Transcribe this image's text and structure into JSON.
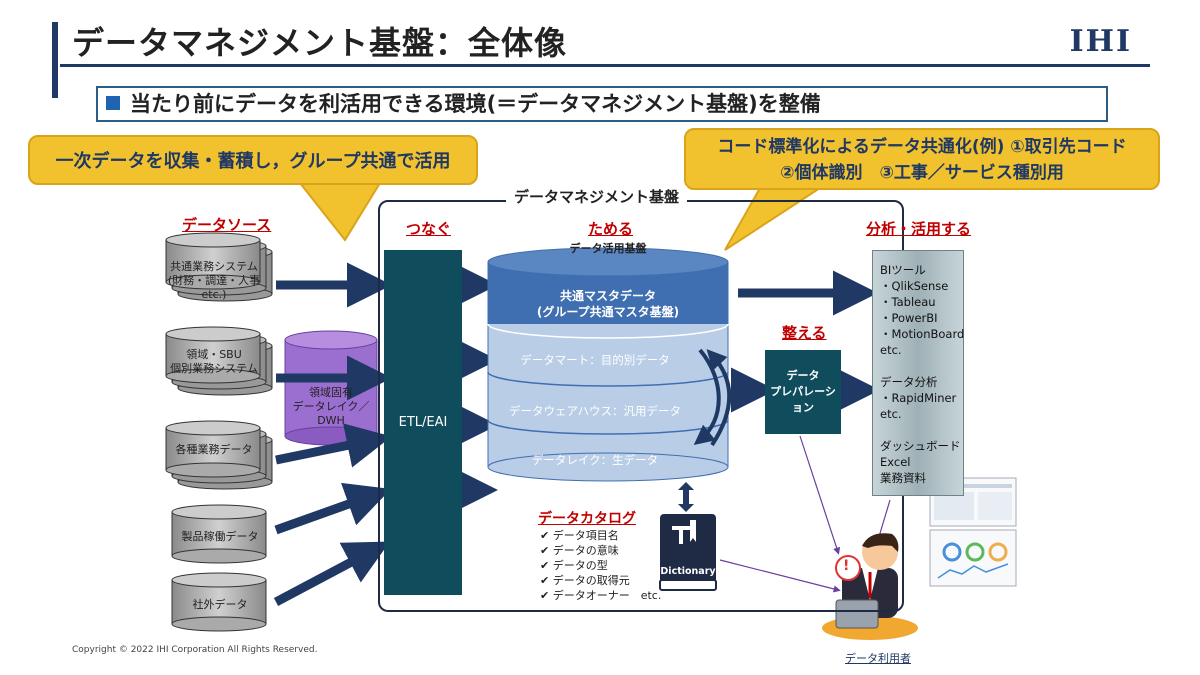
{
  "header": {
    "title": "データマネジメント基盤：全体像",
    "logo": "IHI"
  },
  "subtitle": "当たり前にデータを利活用できる環境(＝データマネジメント基盤)を整備",
  "callouts": {
    "left": "一次データを収集・蓄積し，グループ共通で活用",
    "right_line1": "コード標準化によるデータ共通化(例) ①取引先コード",
    "right_line2": "②個体識別　③工事／サービス種別用"
  },
  "platform_label": "データマネジメント基盤",
  "sections": {
    "sources": "データソース",
    "connect": "つなぐ",
    "store": "ためる",
    "prepare": "整える",
    "analyze": "分析・活用する"
  },
  "sources": [
    {
      "line1": "共通業務システム",
      "line2": "(財務・調達・人事etc.)"
    },
    {
      "line1": "領域・SBU",
      "line2": "個別業務システム"
    },
    {
      "line1": "各種業務データ",
      "line2": ""
    },
    {
      "line1": "製品稼働データ",
      "line2": ""
    },
    {
      "line1": "社外データ",
      "line2": ""
    }
  ],
  "lake": {
    "line1": "領域固有",
    "line2": "データレイク／DWH"
  },
  "etl": "ETL/EAI",
  "store": {
    "top_label": "データ活用基盤",
    "master_line1": "共通マスタデータ",
    "master_line2": "(グループ共通マスタ基盤)",
    "layers": [
      "データマート：目的別データ",
      "データウェアハウス：汎用データ",
      "データレイク：生データ"
    ]
  },
  "prep": {
    "line1": "データ",
    "line2": "プレパレーション"
  },
  "bi_lines": [
    "BIツール",
    "・QlikSense",
    "・Tableau",
    "・PowerBI",
    "・MotionBoard",
    "etc.",
    "",
    "データ分析",
    "・RapidMiner",
    "etc.",
    "",
    "ダッシュボード",
    "Excel",
    "業務資料"
  ],
  "catalog": {
    "title": "データカタログ",
    "items": [
      "データ項目名",
      "データの意味",
      "データの型",
      "データの取得元",
      "データオーナー　etc."
    ]
  },
  "dictionary": "Dictionary",
  "user_label": "データ利用者",
  "copyright": "Copyright © 2022 IHI Corporation All Rights Reserved.",
  "colors": {
    "navy": "#1f3864",
    "teal": "#0f4c5c",
    "accent_red": "#c00000",
    "callout": "#f2c12e",
    "cylinder_blue": "#3f6fb0"
  }
}
